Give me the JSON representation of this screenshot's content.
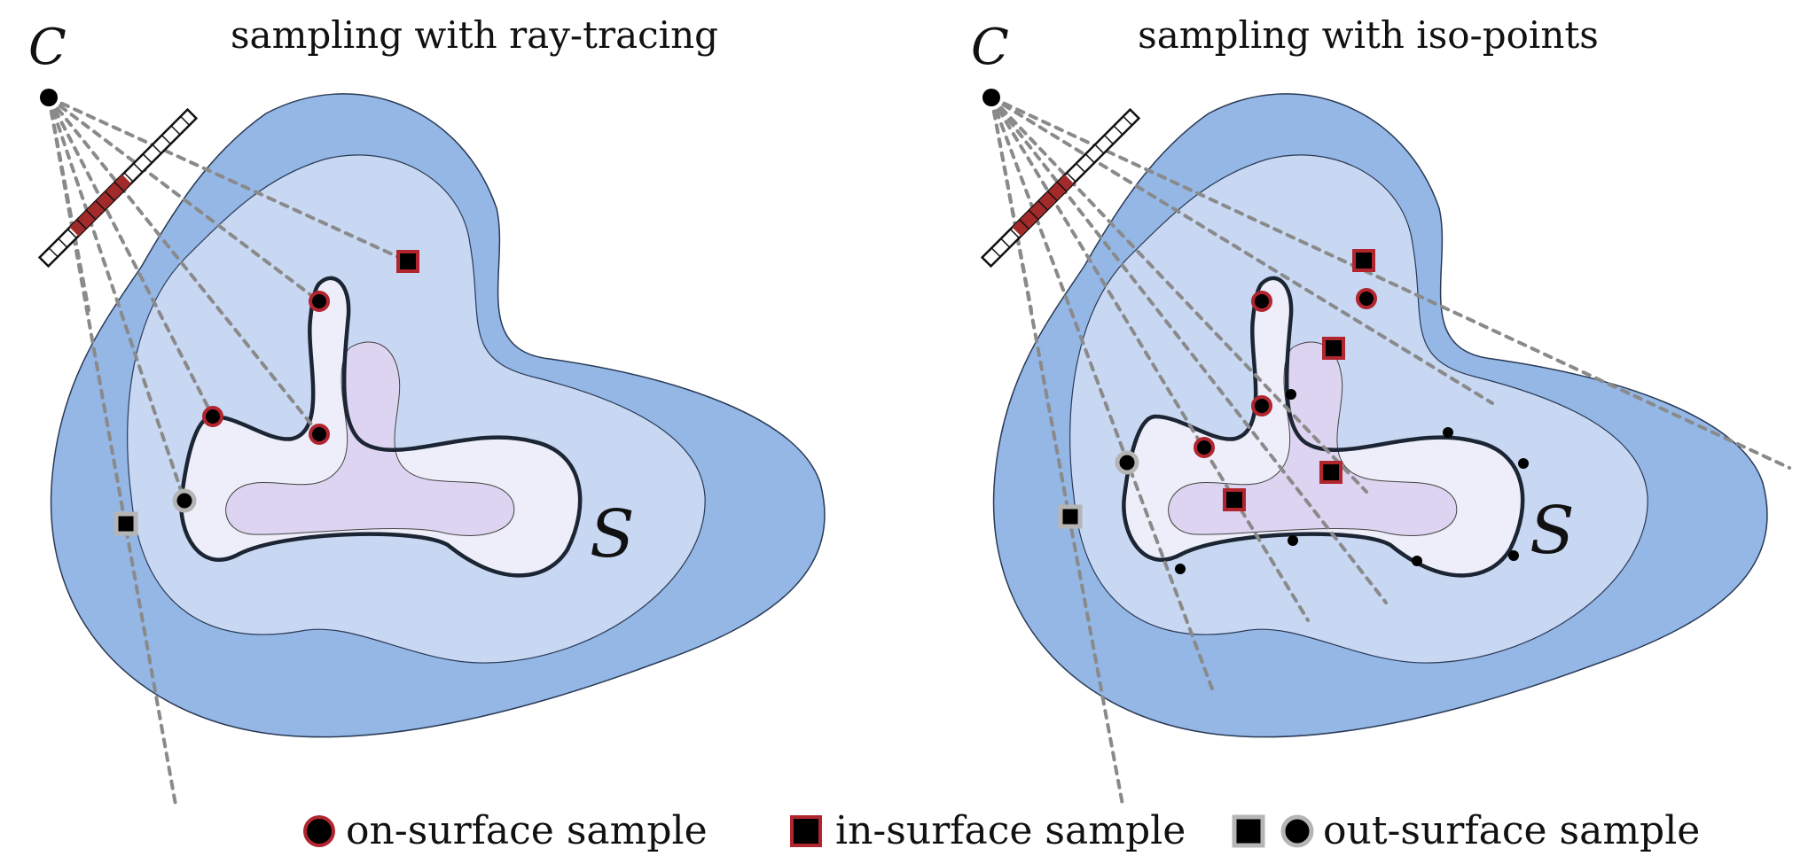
{
  "panels": [
    {
      "title": "sampling with ray-tracing",
      "camera_label": "C",
      "surface_label": "S"
    },
    {
      "title": "sampling with iso-points",
      "camera_label": "C",
      "surface_label": "S"
    }
  ],
  "legend": {
    "on_surface": "on-surface sample",
    "in_surface": "in-surface sample",
    "out_surface": "out-surface sample"
  },
  "colors": {
    "outer_band": "#94b7e6",
    "middle_band": "#c8d7f2",
    "inner_region": "#eeeefa",
    "core_region": "#dcd4f0",
    "surface_curve": "#1c2533",
    "ray": "#8a8a8a",
    "on_surface_marker": "#b1252f",
    "out_surface_marker": "#b5b5b5",
    "marker_fill": "#000000"
  }
}
